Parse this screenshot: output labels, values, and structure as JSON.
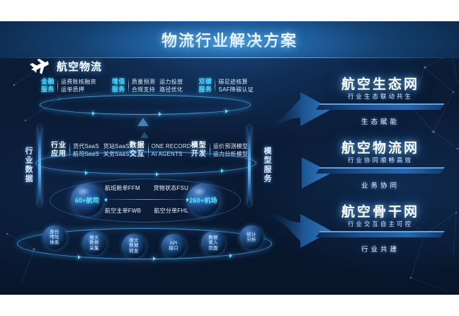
{
  "banner": {
    "title": "物流行业解决方案"
  },
  "header": {
    "icon": "airplane-icon",
    "label": "航空物流"
  },
  "side_labels": {
    "left": "行业数据",
    "right": "模型服务"
  },
  "service_groups": [
    {
      "key": "金融服务",
      "rows": [
        [
          "运费账核融资"
        ],
        [
          "运单质押"
        ]
      ]
    },
    {
      "key": "增值服务",
      "rows": [
        [
          "质量预测",
          "运力投放"
        ],
        [
          "合规支持",
          "路径优化"
        ]
      ]
    },
    {
      "key": "双碳服务",
      "rows": [
        [
          "碳足迹核算"
        ],
        [
          "SAF降碳认证"
        ]
      ]
    }
  ],
  "mid_groups": [
    {
      "key": "行业应用",
      "rows": [
        [
          "货代SaaS",
          "货站SaaS"
        ],
        [
          "航司SaaS",
          "关务SaaS"
        ]
      ]
    },
    {
      "key": "数据交互",
      "rows": [
        [
          "ONE RECORD"
        ],
        [
          "AI AGENTS"
        ]
      ]
    },
    {
      "key": "模型开发",
      "rows": [
        [
          "运价预测模型"
        ],
        [
          "运力分析模型"
        ]
      ]
    }
  ],
  "network": {
    "left_node": "60+航司",
    "right_node": "260+机场",
    "top_messages": [
      "航班舱单FFM",
      "货物状态FSU"
    ],
    "bottom_messages": [
      "航空主单FWB",
      "航空分单FHL"
    ]
  },
  "capability_bubbles": [
    {
      "lines": [
        "身份",
        "地址",
        "体系"
      ]
    },
    {
      "lines": [
        "报文",
        "数据",
        "采集"
      ]
    },
    {
      "lines": [
        "报文",
        "数据",
        "转发"
      ]
    },
    {
      "lines": [
        "API",
        "接口"
      ]
    },
    {
      "lines": [
        "数据",
        "录入",
        "页面"
      ]
    },
    {
      "lines": [
        "统计",
        "分析"
      ]
    }
  ],
  "cards": [
    {
      "title": "航空生态网",
      "subtitle": "行业生态联动共生",
      "footer": "生态赋能"
    },
    {
      "title": "航空物流网",
      "subtitle": "行业协同顺畅高效",
      "footer": "业务协同"
    },
    {
      "title": "航空骨干网",
      "subtitle": "行业交互自主可控",
      "footer": "行业共建"
    }
  ],
  "colors": {
    "accent_cyan": "#4fd8ff",
    "accent_blue": "#2f7fc4",
    "bg_dark": "#0a1a33",
    "text_light": "#eaf3ff"
  }
}
